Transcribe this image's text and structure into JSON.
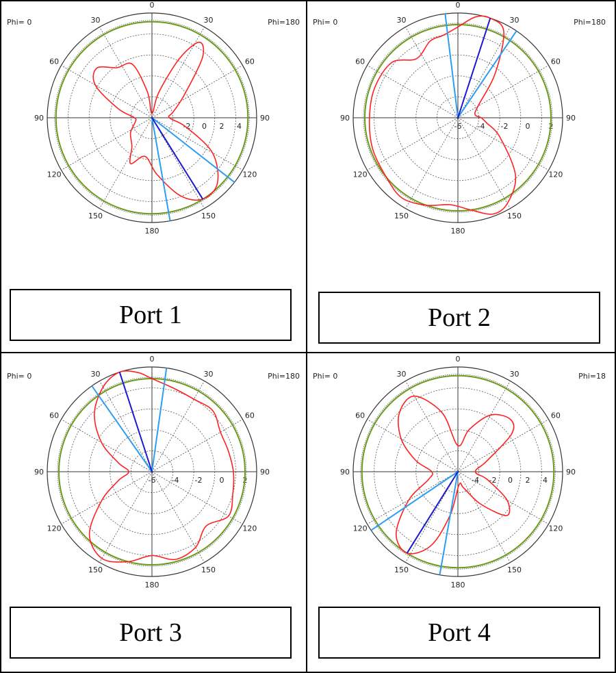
{
  "chart_data": [
    {
      "type": "polar",
      "port_label": "Port 1",
      "phi_left": "Phi=  0",
      "phi_right": "Phi=180",
      "angle_ticks": [
        "0",
        "30",
        "60",
        "90",
        "120",
        "150",
        "180",
        "150",
        "120",
        "90",
        "60",
        "30"
      ],
      "radial_ticks": [
        "-2",
        "0",
        "2",
        "4"
      ],
      "radial_range": [
        -6,
        6
      ],
      "main_lobe_angle": 148,
      "beamwidth_lines": [
        128,
        170
      ],
      "reference_level": 5,
      "pattern": [
        {
          "theta": 0,
          "r": -5.5
        },
        {
          "theta": 15,
          "r": -3
        },
        {
          "theta": 25,
          "r": 1.5
        },
        {
          "theta": 32,
          "r": 4.2
        },
        {
          "theta": 40,
          "r": 3
        },
        {
          "theta": 55,
          "r": -1.5
        },
        {
          "theta": 75,
          "r": -3.5
        },
        {
          "theta": 90,
          "r": -4
        },
        {
          "theta": 105,
          "r": -2
        },
        {
          "theta": 120,
          "r": 2
        },
        {
          "theta": 135,
          "r": 4.6
        },
        {
          "theta": 148,
          "r": 5
        },
        {
          "theta": 160,
          "r": 3.5
        },
        {
          "theta": 175,
          "r": 0.5
        },
        {
          "theta": 190,
          "r": -1.5
        },
        {
          "theta": 205,
          "r": -0.2
        },
        {
          "theta": 215,
          "r": -2
        },
        {
          "theta": 235,
          "r": -3
        },
        {
          "theta": 255,
          "r": -4
        },
        {
          "theta": 270,
          "r": -4
        },
        {
          "theta": 285,
          "r": -2
        },
        {
          "theta": 300,
          "r": 1.5
        },
        {
          "theta": 312,
          "r": 2.5
        },
        {
          "theta": 325,
          "r": 1
        },
        {
          "theta": 340,
          "r": 0.5
        },
        {
          "theta": 350,
          "r": -3
        },
        {
          "theta": 360,
          "r": -5.5
        }
      ]
    },
    {
      "type": "polar",
      "port_label": "Port 2",
      "phi_left": "Phi=  0",
      "phi_right": "Phi=180",
      "angle_ticks": [
        "0",
        "30",
        "60",
        "90",
        "120",
        "150",
        "180",
        "150",
        "120",
        "90",
        "60",
        "30"
      ],
      "radial_ticks": [
        "-6",
        "-4",
        "-2",
        "0",
        "2"
      ],
      "radial_range": [
        -6,
        3
      ],
      "main_lobe_angle": 18,
      "beamwidth_lines": [
        34,
        353
      ],
      "reference_level": 2,
      "pattern": [
        {
          "theta": 0,
          "r": 1.8
        },
        {
          "theta": 10,
          "r": 2.8
        },
        {
          "theta": 18,
          "r": 3
        },
        {
          "theta": 28,
          "r": 2.4
        },
        {
          "theta": 40,
          "r": -1
        },
        {
          "theta": 60,
          "r": -4
        },
        {
          "theta": 80,
          "r": -4.5
        },
        {
          "theta": 90,
          "r": -4
        },
        {
          "theta": 100,
          "r": -3.5
        },
        {
          "theta": 115,
          "r": -2
        },
        {
          "theta": 135,
          "r": 1
        },
        {
          "theta": 150,
          "r": 2.5
        },
        {
          "theta": 160,
          "r": 2.8
        },
        {
          "theta": 172,
          "r": 2
        },
        {
          "theta": 185,
          "r": 1.5
        },
        {
          "theta": 200,
          "r": 2
        },
        {
          "theta": 215,
          "r": 2.4
        },
        {
          "theta": 230,
          "r": 2
        },
        {
          "theta": 250,
          "r": 1.8
        },
        {
          "theta": 270,
          "r": 1.6
        },
        {
          "theta": 290,
          "r": 1.6
        },
        {
          "theta": 310,
          "r": 1.4
        },
        {
          "theta": 325,
          "r": 0.2
        },
        {
          "theta": 340,
          "r": 1
        },
        {
          "theta": 350,
          "r": 1.2
        },
        {
          "theta": 360,
          "r": 1.8
        }
      ]
    },
    {
      "type": "polar",
      "port_label": "Port 3",
      "phi_left": "Phi=  0",
      "phi_right": "Phi=180",
      "angle_ticks": [
        "0",
        "30",
        "60",
        "90",
        "120",
        "150",
        "180",
        "150",
        "120",
        "90",
        "60",
        "30"
      ],
      "radial_ticks": [
        "-6",
        "-4",
        "-2",
        "0",
        "2"
      ],
      "radial_range": [
        -6,
        3
      ],
      "main_lobe_angle": 342,
      "beamwidth_lines": [
        8,
        325
      ],
      "reference_level": 2,
      "pattern": [
        {
          "theta": 0,
          "r": 2
        },
        {
          "theta": 15,
          "r": 1.4
        },
        {
          "theta": 30,
          "r": 1.2
        },
        {
          "theta": 45,
          "r": 1.4
        },
        {
          "theta": 60,
          "r": 0.8
        },
        {
          "theta": 75,
          "r": 0.8
        },
        {
          "theta": 90,
          "r": 1
        },
        {
          "theta": 105,
          "r": 1.2
        },
        {
          "theta": 120,
          "r": 1.6
        },
        {
          "theta": 135,
          "r": 0.6
        },
        {
          "theta": 150,
          "r": 1.5
        },
        {
          "theta": 165,
          "r": 1.8
        },
        {
          "theta": 180,
          "r": 1.2
        },
        {
          "theta": 195,
          "r": 2
        },
        {
          "theta": 210,
          "r": 2.6
        },
        {
          "theta": 225,
          "r": 1.6
        },
        {
          "theta": 240,
          "r": -1
        },
        {
          "theta": 255,
          "r": -3
        },
        {
          "theta": 270,
          "r": -4
        },
        {
          "theta": 285,
          "r": -3
        },
        {
          "theta": 300,
          "r": -1
        },
        {
          "theta": 315,
          "r": 1
        },
        {
          "theta": 330,
          "r": 2.4
        },
        {
          "theta": 342,
          "r": 3
        },
        {
          "theta": 352,
          "r": 2.6
        },
        {
          "theta": 360,
          "r": 2
        }
      ]
    },
    {
      "type": "polar",
      "port_label": "Port 4",
      "phi_left": "Phi=  0",
      "phi_right": "Phi=18",
      "angle_ticks": [
        "0",
        "30",
        "60",
        "90",
        "120",
        "150",
        "180",
        "150",
        "120",
        "90",
        "60",
        "30"
      ],
      "radial_ticks": [
        "-4",
        "-2",
        "0",
        "2",
        "4"
      ],
      "radial_range": [
        -6,
        6
      ],
      "main_lobe_angle": 212,
      "beamwidth_lines": [
        190,
        236
      ],
      "reference_level": 5,
      "pattern": [
        {
          "theta": 0,
          "r": -3
        },
        {
          "theta": 15,
          "r": -1
        },
        {
          "theta": 30,
          "r": 1.5
        },
        {
          "theta": 45,
          "r": 2.5
        },
        {
          "theta": 55,
          "r": 1.5
        },
        {
          "theta": 70,
          "r": -2.5
        },
        {
          "theta": 90,
          "r": -4
        },
        {
          "theta": 105,
          "r": -2.5
        },
        {
          "theta": 120,
          "r": 0.5
        },
        {
          "theta": 132,
          "r": 1.5
        },
        {
          "theta": 145,
          "r": -1.5
        },
        {
          "theta": 160,
          "r": -4
        },
        {
          "theta": 175,
          "r": -4.5
        },
        {
          "theta": 190,
          "r": -1
        },
        {
          "theta": 200,
          "r": 3
        },
        {
          "theta": 212,
          "r": 5
        },
        {
          "theta": 225,
          "r": 4
        },
        {
          "theta": 240,
          "r": 0.5
        },
        {
          "theta": 255,
          "r": -2.5
        },
        {
          "theta": 270,
          "r": -3
        },
        {
          "theta": 285,
          "r": -1
        },
        {
          "theta": 300,
          "r": 1.5
        },
        {
          "theta": 315,
          "r": 3.5
        },
        {
          "theta": 330,
          "r": 4
        },
        {
          "theta": 345,
          "r": 1
        },
        {
          "theta": 360,
          "r": -3
        }
      ]
    }
  ],
  "colors": {
    "pattern": "#ff2020",
    "reference": "#6b9a1a",
    "main_lobe": "#1a1ad0",
    "beamwidth": "#2a9df4",
    "grid": "#555555",
    "axis": "#333333"
  }
}
